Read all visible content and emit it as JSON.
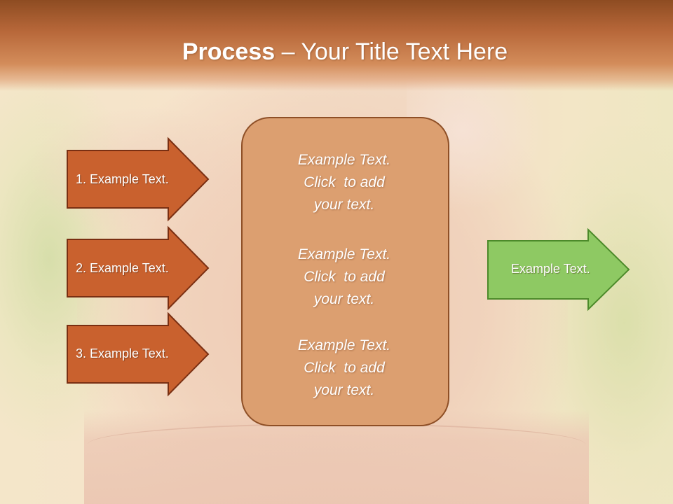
{
  "slide": {
    "title_bold": "Process",
    "title_rest": " – Your Title Text Here"
  },
  "colors": {
    "header": "#b8683a",
    "input_arrow_fill": "#c9612e",
    "input_arrow_border": "#7a2f12",
    "center_box_fill": "#dc9f70",
    "center_box_border": "#8e4f26",
    "output_arrow_fill": "#8ec963",
    "output_arrow_border": "#4c8a2a"
  },
  "inputs": [
    {
      "label": "1. Example Text."
    },
    {
      "label": "2. Example Text."
    },
    {
      "label": "3. Example Text."
    }
  ],
  "center_box": {
    "blocks": [
      {
        "line1": "Example Text.",
        "line2": "Click  to add",
        "line3": "your text."
      },
      {
        "line1": "Example Text.",
        "line2": "Click  to add",
        "line3": "your text."
      },
      {
        "line1": "Example Text.",
        "line2": "Click  to add",
        "line3": "your text."
      }
    ]
  },
  "output": {
    "label": "Example Text."
  }
}
